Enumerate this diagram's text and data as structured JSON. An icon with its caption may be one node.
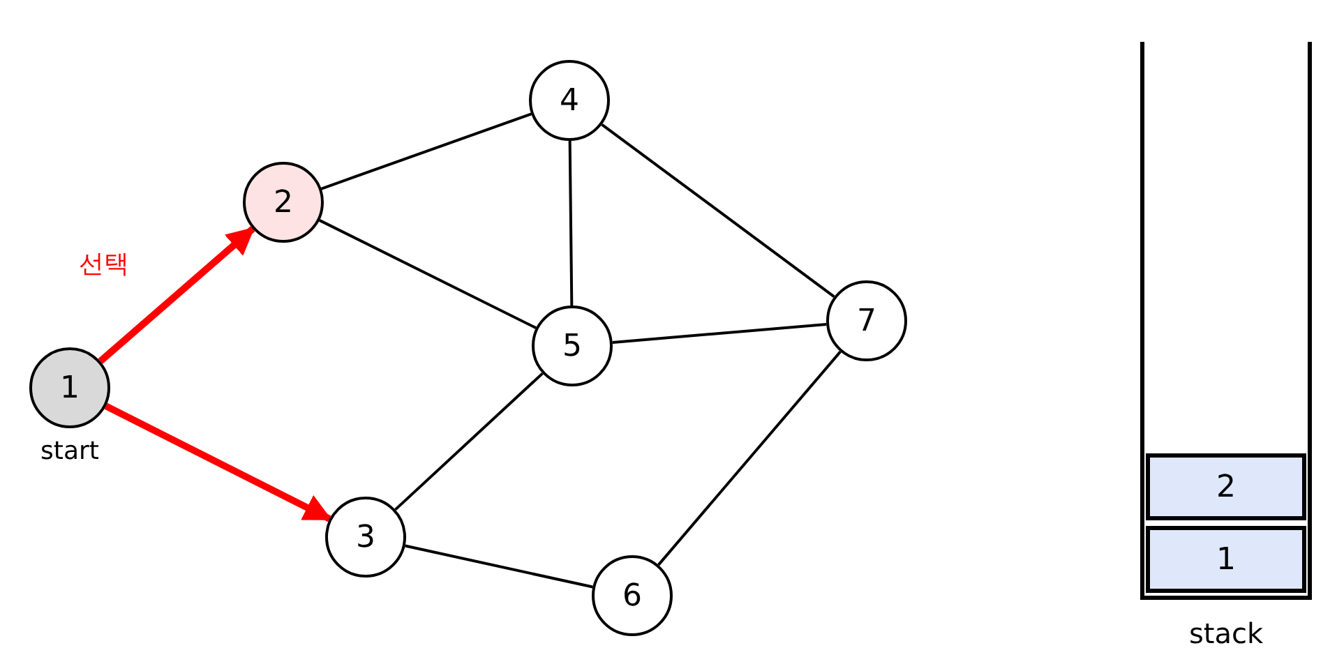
{
  "diagram": {
    "nodes": [
      {
        "text": [
          "1"
        ],
        "beside": [
          "start"
        ]
      },
      {
        "text": [
          "2"
        ]
      },
      {
        "text": [
          "3"
        ]
      },
      {
        "text": [
          "4"
        ]
      },
      {
        "text": [
          "5"
        ]
      },
      {
        "text": [
          "6"
        ]
      },
      {
        "text": [
          "7"
        ]
      },
      {
        "text": [
          "stack"
        ]
      },
      {
        "text": [
          "2"
        ],
        "in": 7
      },
      {
        "text": [
          "1"
        ],
        "in": 7
      }
    ],
    "edges": [
      {
        "from": 0,
        "to": 1,
        "arrow": "to",
        "label": "선택",
        "style": "thick",
        "color": "#ff0000"
      },
      {
        "from": 0,
        "to": 2,
        "arrow": "to",
        "style": "thick",
        "color": "#ff0000"
      },
      {
        "from": 1,
        "to": 3,
        "arrow": "none"
      },
      {
        "from": 1,
        "to": 4,
        "arrow": "none"
      },
      {
        "from": 3,
        "to": 4,
        "arrow": "none"
      },
      {
        "from": 3,
        "to": 6,
        "arrow": "none"
      },
      {
        "from": 4,
        "to": 6,
        "arrow": "none"
      },
      {
        "from": 4,
        "to": 2,
        "arrow": "none"
      },
      {
        "from": 2,
        "to": 5,
        "arrow": "none"
      },
      {
        "from": 5,
        "to": 6,
        "arrow": "none"
      }
    ]
  }
}
